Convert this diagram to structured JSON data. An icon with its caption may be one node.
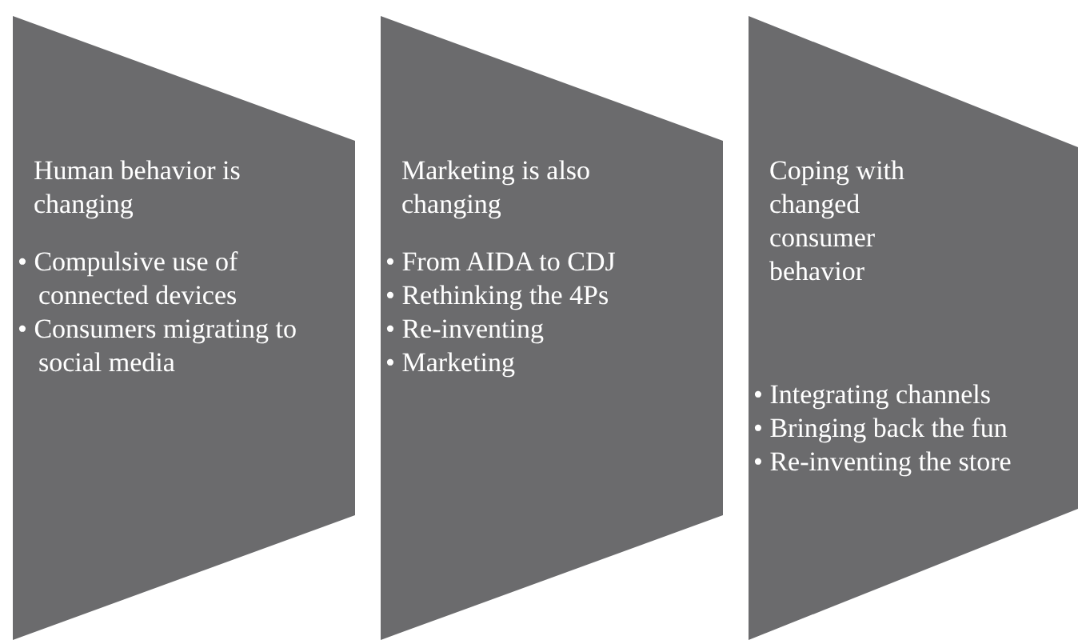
{
  "diagram": {
    "nodes": [
      {
        "text": [
          "Human behavior is changing",
          "• Compulsive use of connected devices",
          "• Consumers migrating to social media"
        ]
      },
      {
        "text": [
          "Marketing is also changing",
          "• From AIDA to CDJ",
          "• Rethinking the 4Ps",
          "• Re-inventing",
          "• Marketing"
        ]
      },
      {
        "text": [
          "Coping with changed consumer behavior",
          "• Integrating channels",
          "• Bringing back the fun",
          "• Re-inventing the store"
        ]
      }
    ]
  }
}
